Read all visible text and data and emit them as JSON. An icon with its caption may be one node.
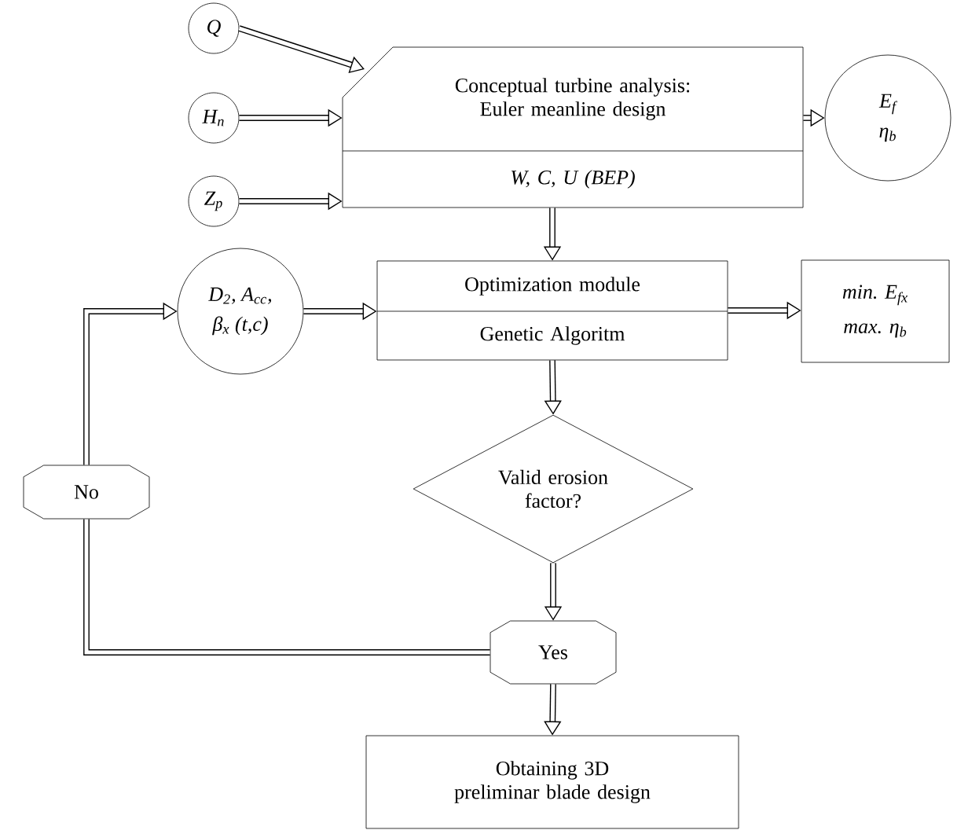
{
  "diagram": {
    "nodes": [
      {
        "text": [
          "Q"
        ]
      },
      {
        "text": [
          "H$_{n}$"
        ]
      },
      {
        "text": [
          "Z$_{p}$"
        ]
      },
      {
        "text": [
          "Conceptual turbine analysis: Euler meanline design",
          "W, C, U (BEP)"
        ]
      },
      {
        "text": [
          "E$_{f}$",
          "η$_{b}$"
        ]
      },
      {
        "text": [
          "D$_{2}$, A$_{cc}$,",
          "β$_{x}$ (t,c)"
        ]
      },
      {
        "text": [
          "Optimization module",
          "Genetic Algoritm"
        ]
      },
      {
        "text": [
          "min. E$_{fx}$",
          "max. η$_{b}$"
        ]
      },
      {
        "text": [
          "No"
        ]
      },
      {
        "text": [
          "Valid erosion factor?"
        ]
      },
      {
        "text": [
          "Yes"
        ]
      },
      {
        "text": [
          "Obtaining 3D preliminar blade design"
        ]
      }
    ],
    "edges": [
      {
        "from": 0,
        "to": 3,
        "arrow": "to"
      },
      {
        "from": 1,
        "to": 3,
        "arrow": "to"
      },
      {
        "from": 2,
        "to": 3,
        "arrow": "to"
      },
      {
        "from": 3,
        "to": 4,
        "arrow": "to"
      },
      {
        "from": 3,
        "to": 6,
        "arrow": "to"
      },
      {
        "from": 5,
        "to": 6,
        "arrow": "to"
      },
      {
        "from": 6,
        "to": 7,
        "arrow": "to"
      },
      {
        "from": 6,
        "to": 9,
        "arrow": "to"
      },
      {
        "from": 9,
        "to": 10,
        "arrow": "to"
      },
      {
        "from": 10,
        "to": 8,
        "arrow": "none"
      },
      {
        "from": 8,
        "to": 5,
        "arrow": "to"
      },
      {
        "from": 10,
        "to": 11,
        "arrow": "to"
      }
    ]
  }
}
